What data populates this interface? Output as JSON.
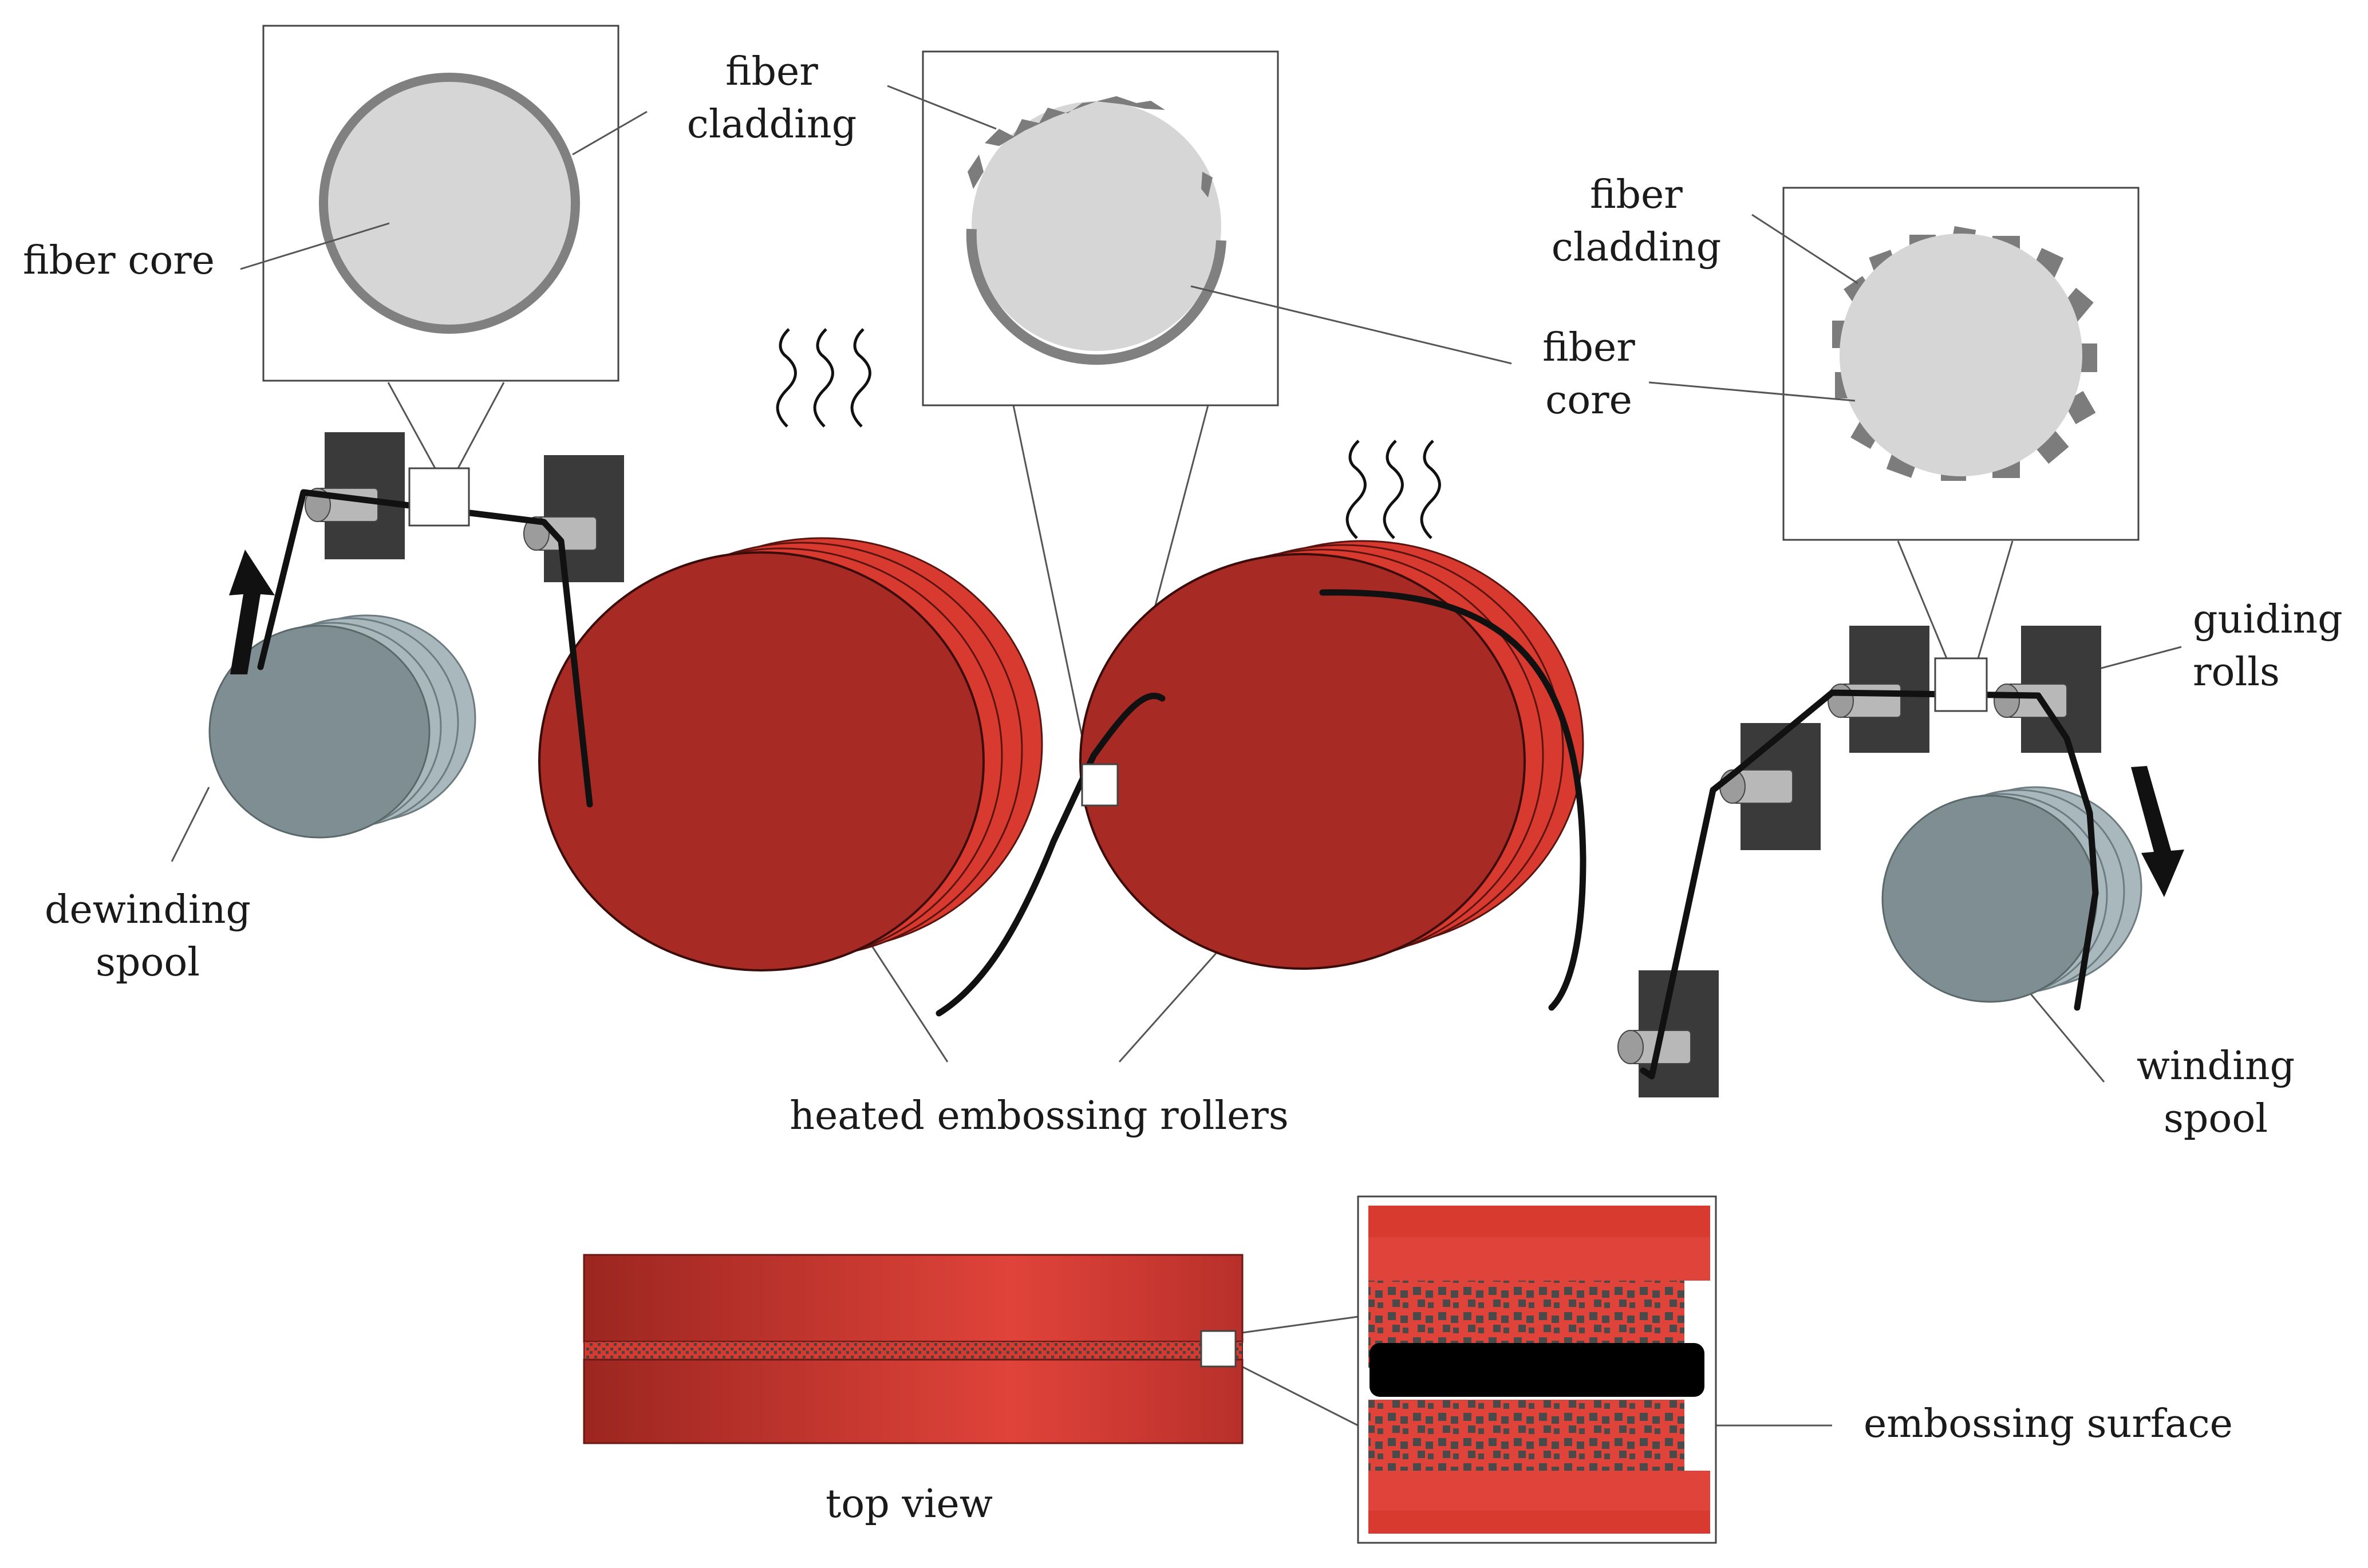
{
  "labels": {
    "fiber_cladding": "fiber cladding",
    "fiber_core": "fiber core",
    "dewinding_spool": "dewinding spool",
    "heated_embossing_rollers": "heated embossing rollers",
    "guiding_rolls": "guiding rolls",
    "winding_spool": "winding spool",
    "top_view": "top view",
    "embossing_surface": "embossing surface"
  },
  "label_lines": {
    "box1_cladding": [
      "fiber",
      "cladding"
    ],
    "box1_core": [
      "fiber core"
    ],
    "box3_cladding": [
      "fiber",
      "cladding"
    ],
    "box3_core": [
      "fiber",
      "core"
    ],
    "dewinding": [
      "dewinding",
      "spool"
    ],
    "guiding": [
      "guiding",
      "rolls"
    ],
    "winding": [
      "winding",
      "spool"
    ]
  },
  "icons": {
    "heat_waves": "heat-wave-icon",
    "direction_arrow": "direction-arrow-icon"
  },
  "colors": {
    "roller_red": "#a82a24",
    "roller_bright_red": "#d93a30",
    "spool_gray": "#7f8e92",
    "bracket_dark": "#3a3a3a",
    "fiber_core_gray": "#d6d6d6",
    "fiber_cladding_gray": "#808080"
  }
}
